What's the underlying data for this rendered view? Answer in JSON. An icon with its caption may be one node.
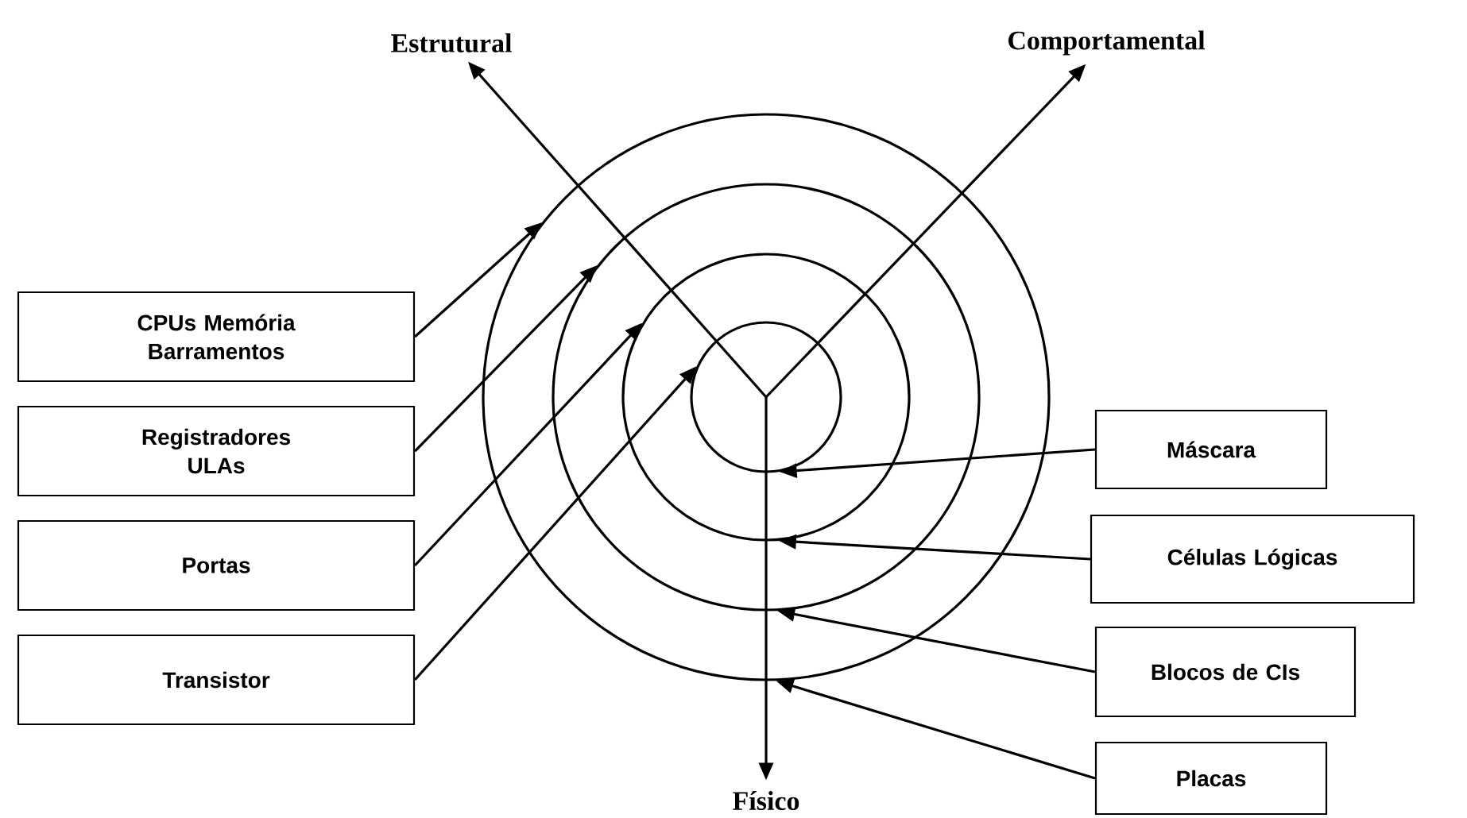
{
  "diagram": {
    "nodes": [
      {
        "text": [
          "Estrutural"
        ]
      },
      {
        "text": [
          "Comportamental"
        ]
      },
      {
        "text": [
          "Físico"
        ]
      },
      {
        "text": [
          "CPUs Memória Barramentos"
        ]
      },
      {
        "text": [
          "Registradores ULAs"
        ]
      },
      {
        "text": [
          "Portas"
        ]
      },
      {
        "text": [
          "Transistor"
        ]
      },
      {
        "text": [
          "Máscara"
        ]
      },
      {
        "text": [
          "Células Lógicas"
        ]
      },
      {
        "text": [
          "Blocos de CIs"
        ]
      },
      {
        "text": [
          "Placas"
        ]
      },
      {
        "text": [],
        "shape": "circle"
      },
      {
        "text": [],
        "shape": "circle",
        "in": 11
      },
      {
        "text": [],
        "shape": "circle",
        "in": 12
      },
      {
        "text": [],
        "shape": "circle",
        "in": 13
      }
    ],
    "edges": [
      {
        "from": 14,
        "to": 0,
        "arrow": "to"
      },
      {
        "from": 14,
        "to": 1,
        "arrow": "to"
      },
      {
        "from": 14,
        "to": 2,
        "arrow": "to"
      },
      {
        "from": 3,
        "to": 11,
        "arrow": "to"
      },
      {
        "from": 4,
        "to": 12,
        "arrow": "to"
      },
      {
        "from": 5,
        "to": 13,
        "arrow": "to"
      },
      {
        "from": 6,
        "to": 14,
        "arrow": "to"
      },
      {
        "from": 7,
        "to": 14,
        "arrow": "to"
      },
      {
        "from": 8,
        "to": 13,
        "arrow": "to"
      },
      {
        "from": 9,
        "to": 12,
        "arrow": "to"
      },
      {
        "from": 10,
        "to": 11,
        "arrow": "to"
      }
    ]
  }
}
